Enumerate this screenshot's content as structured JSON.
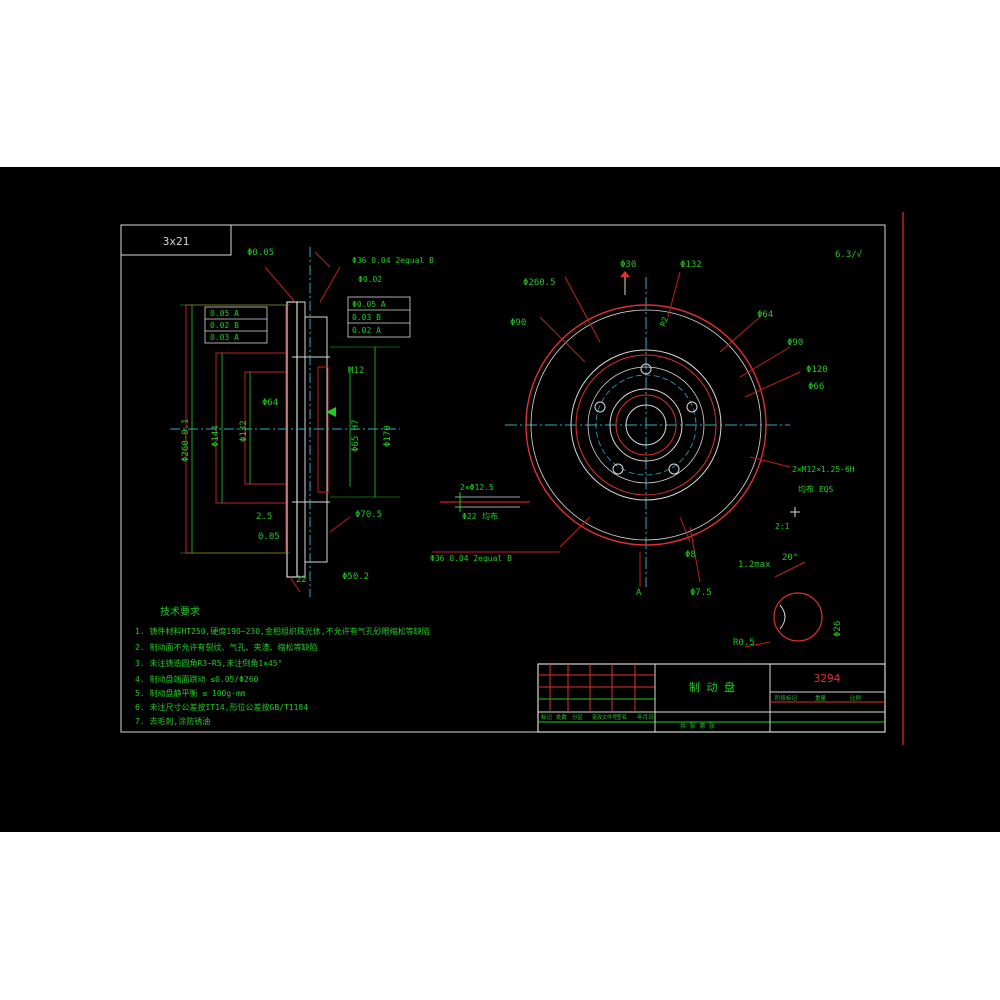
{
  "drawing": {
    "corner_code": "3x21",
    "roughness_mark": "6.3/√",
    "title": "制 动 盘",
    "drawing_number": "3294",
    "notes_heading": "技术要求",
    "notes": [
      "1. 铸件材料HT250,硬度190~230,金相组织珠光体,不允许有气孔砂眼缩松等缺陷",
      "2. 制动面不允许有裂纹、气孔、夹渣、缩松等缺陷",
      "3. 未注铸造圆角R3~R5,未注倒角1×45°",
      "4. 制动盘端面跳动 ≤0.05/Φ260",
      "5. 制动盘静平衡 ≤ 100g·mm",
      "6. 未注尺寸公差按IT14,形位公差按GB/T1184",
      "7. 去毛刺,涂防锈油"
    ],
    "section_view": {
      "top_callouts": [
        "Φ0.05",
        "Φ36 0.04 2equal B",
        "Φ0.02"
      ],
      "tol_table": [
        "0.05 A",
        "0.02 B",
        "0.03 A"
      ],
      "tol_table_right": [
        "Φ0.05 A",
        "0.03 B",
        "0.02 A"
      ],
      "dims_left": [
        "Φ260-0.1",
        "Φ144",
        "Φ132"
      ],
      "dims_mid": [
        "Φ64",
        "M12",
        "Φ65 H7",
        "Φ170"
      ],
      "dims_bottom": [
        "2.5",
        "0.05",
        "22",
        "Φ50.2"
      ],
      "dims_right": [
        "Φ70.5"
      ]
    },
    "front_view": {
      "callouts": [
        "Φ260.5",
        "Φ30",
        "Φ132",
        "Φ90",
        "R2",
        "Φ64",
        "Φ90",
        "Φ120",
        "Φ66"
      ],
      "left_callout": [
        "2×Φ12.5",
        "Φ22",
        "均布"
      ],
      "bottom_callout": "Φ36 0.04 2equal B",
      "right_callout": [
        "2×M12×1.25-6H",
        "均布 EQS"
      ],
      "small_dims": [
        "2:1",
        "Φ8",
        "Φ7.5",
        "A"
      ]
    },
    "detail_view": {
      "labels": [
        "1.2max",
        "20°",
        "Φ26",
        "R0.5"
      ]
    },
    "title_block": {
      "row_labels": [
        "标记",
        "处数",
        "分区",
        "更改文件号",
        "签名",
        "年月日"
      ],
      "scale_row": [
        "阶段标记",
        "重量",
        "比例"
      ],
      "footer": "共 张 第 张"
    }
  }
}
